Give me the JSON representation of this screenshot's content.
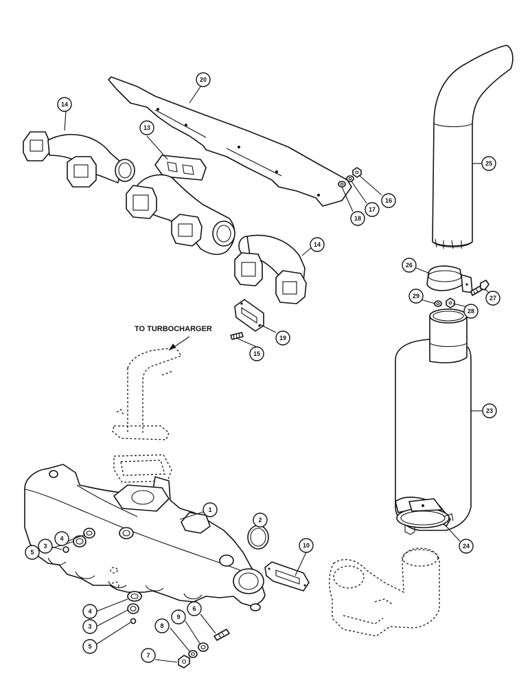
{
  "note": "TO TURBOCHARGER",
  "callouts": [
    {
      "id": "c1",
      "label": "1"
    },
    {
      "id": "c2",
      "label": "2"
    },
    {
      "id": "c3a",
      "label": "3"
    },
    {
      "id": "c3b",
      "label": "3"
    },
    {
      "id": "c4a",
      "label": "4"
    },
    {
      "id": "c4b",
      "label": "4"
    },
    {
      "id": "c5a",
      "label": "5"
    },
    {
      "id": "c5b",
      "label": "5"
    },
    {
      "id": "c6",
      "label": "6"
    },
    {
      "id": "c7",
      "label": "7"
    },
    {
      "id": "c8",
      "label": "8"
    },
    {
      "id": "c9",
      "label": "9"
    },
    {
      "id": "c10",
      "label": "10"
    },
    {
      "id": "c13",
      "label": "13"
    },
    {
      "id": "c14a",
      "label": "14"
    },
    {
      "id": "c14b",
      "label": "14"
    },
    {
      "id": "c15",
      "label": "15"
    },
    {
      "id": "c16",
      "label": "16"
    },
    {
      "id": "c17",
      "label": "17"
    },
    {
      "id": "c18",
      "label": "18"
    },
    {
      "id": "c19",
      "label": "19"
    },
    {
      "id": "c20",
      "label": "20"
    },
    {
      "id": "c23",
      "label": "23"
    },
    {
      "id": "c24",
      "label": "24"
    },
    {
      "id": "c25",
      "label": "25"
    },
    {
      "id": "c26",
      "label": "26"
    },
    {
      "id": "c27",
      "label": "27"
    },
    {
      "id": "c28",
      "label": "28"
    },
    {
      "id": "c29",
      "label": "29"
    }
  ]
}
